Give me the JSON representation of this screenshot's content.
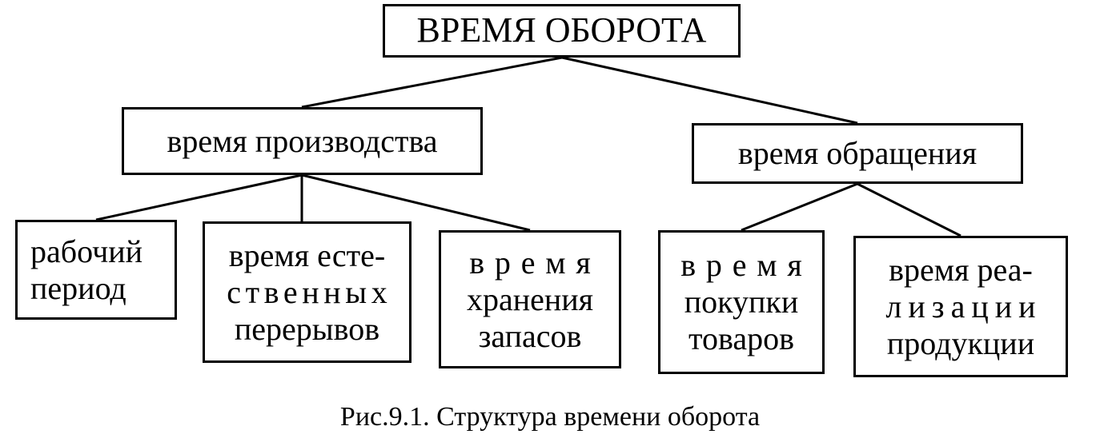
{
  "diagram": {
    "root": {
      "id": "root",
      "lines": [
        "ВРЕМЯ ОБОРОТА"
      ]
    },
    "branches": [
      {
        "id": "prod",
        "lines": [
          "время производства"
        ],
        "children": [
          {
            "id": "work",
            "lines": [
              "рабочий",
              "период"
            ]
          },
          {
            "id": "breaks",
            "lines": [
              "время есте-",
              "ственных",
              "перерывов"
            ]
          },
          {
            "id": "storage",
            "lines": [
              "время",
              "хранения",
              "запасов"
            ]
          }
        ]
      },
      {
        "id": "circ",
        "lines": [
          "время обращения"
        ],
        "children": [
          {
            "id": "purchase",
            "lines": [
              "время",
              "покупки",
              "товаров"
            ]
          },
          {
            "id": "sales",
            "lines": [
              "время реа-",
              "лизации",
              "продукции"
            ]
          }
        ]
      }
    ]
  },
  "caption": "Рис.9.1. Структура времени оборота",
  "colors": {
    "line": "#000000",
    "background": "#ffffff"
  }
}
